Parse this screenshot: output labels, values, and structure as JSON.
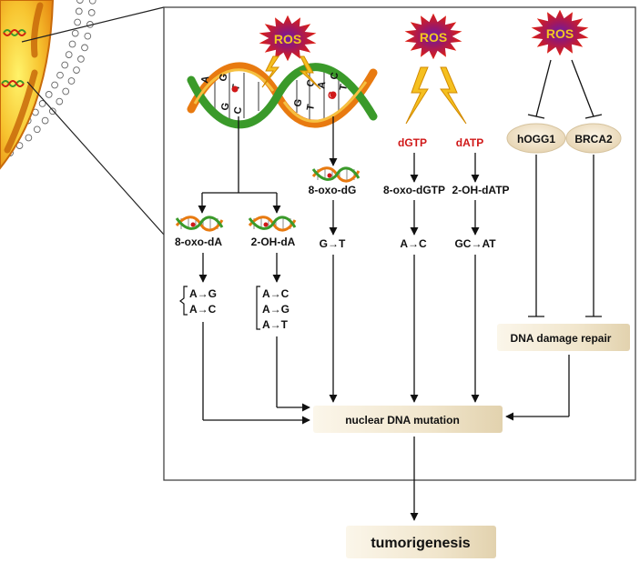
{
  "diagram": {
    "ros_labels": [
      "ROS",
      "ROS",
      "ROS"
    ],
    "nucleotides": {
      "dgtp": "dGTP",
      "datp": "dATP"
    },
    "lesions": {
      "oxo_da": "8-oxo-dA",
      "oh_da": "2-OH-dA",
      "oxo_dg": "8-oxo-dG",
      "oxo_dgtp": "8-oxo-dGTP",
      "oh_datp": "2-OH-dATP"
    },
    "mutations": {
      "oxo_da": [
        "A→G",
        "A→C"
      ],
      "oh_da": [
        "A→C",
        "A→G",
        "A→T"
      ],
      "oxo_dg": "G→T",
      "oxo_dgtp": "A→C",
      "oh_datp": "GC→AT"
    },
    "repair_genes": [
      "hOGG1",
      "BRCA2"
    ],
    "dna_damage_repair": "DNA damage repair",
    "nuclear_dna_mutation": "nuclear DNA mutation",
    "outcome": "tumorigenesis",
    "helix_bases": [
      "A",
      "G",
      "T",
      "G",
      "C",
      "G",
      "T",
      "C",
      "A",
      "G",
      "C",
      "T"
    ],
    "colors": {
      "ros_fill": "#d42010",
      "ros_core": "#7a1a9a",
      "ros_text": "#f4c820",
      "bolt": "#f5c020",
      "box_fill": "#f3e8d2",
      "box_fill_dark": "#e2d3b0",
      "helix_orange": "#e87a10",
      "helix_green": "#3a9a2a",
      "mito_orange": "#f0a020"
    }
  }
}
